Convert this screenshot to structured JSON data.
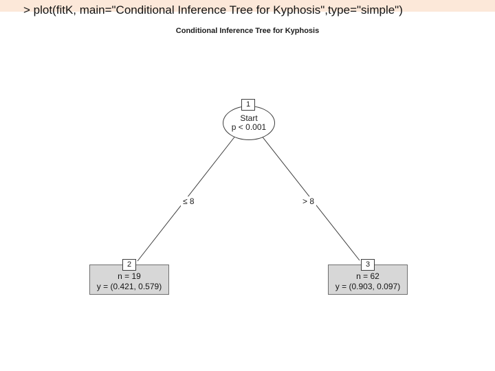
{
  "console": {
    "command": "> plot(fitK, main=\"Conditional Inference Tree for Kyphosis\",type=\"simple\")"
  },
  "colors": {
    "top_strip": "#fce8d9",
    "node_fill": "#d7d7d7",
    "stroke": "#3d3d3d"
  },
  "tree": {
    "title": "Conditional Inference Tree for Kyphosis",
    "root": {
      "id": "1",
      "line1": "Start",
      "line2": "p < 0.001"
    },
    "edge_left_label": "≤ 8",
    "edge_right_label": "> 8",
    "leaf_left": {
      "id": "2",
      "line1": "n = 19",
      "line2": "y = (0.421, 0.579)"
    },
    "leaf_right": {
      "id": "3",
      "line1": "n = 62",
      "line2": "y = (0.903, 0.097)"
    }
  },
  "chart_data": {
    "type": "tree",
    "title": "Conditional Inference Tree for Kyphosis",
    "nodes": [
      {
        "id": 1,
        "kind": "inner",
        "label": "Start",
        "p_value": "p < 0.001"
      },
      {
        "id": 2,
        "kind": "terminal",
        "n": 19,
        "y": [
          0.421,
          0.579
        ]
      },
      {
        "id": 3,
        "kind": "terminal",
        "n": 62,
        "y": [
          0.903,
          0.097
        ]
      }
    ],
    "edges": [
      {
        "from": 1,
        "to": 2,
        "label": "≤ 8"
      },
      {
        "from": 1,
        "to": 3,
        "label": "> 8"
      }
    ]
  }
}
